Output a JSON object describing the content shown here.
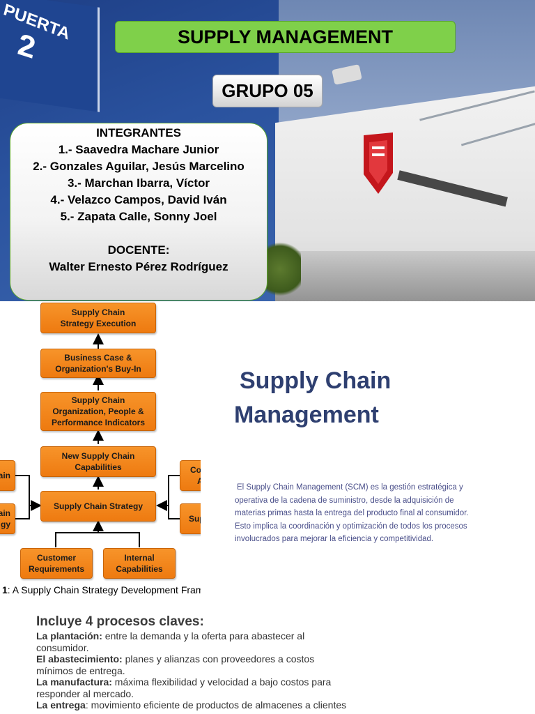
{
  "header": {
    "title": "SUPPLY MANAGEMENT",
    "group": "GRUPO 05"
  },
  "photo": {
    "sign_text": "PUERTA",
    "sign_number": "2"
  },
  "members": {
    "heading": "INTEGRANTES",
    "list": [
      "1.- Saavedra Machare Junior",
      "2.- Gonzales Aguilar, Jesús Marcelino",
      "3.- Marchan Ibarra, Víctor",
      "4.- Velazco Campos, David Iván",
      "5.- Zapata Calle, Sonny Joel"
    ],
    "teacher_label": "DOCENTE:",
    "teacher_name": "Walter Ernesto Pérez Rodríguez"
  },
  "flowchart": {
    "boxes": {
      "execution": [
        "Supply Chain",
        "Strategy Execution"
      ],
      "business_case": [
        "Business Case &",
        "Organization's Buy-In"
      ],
      "organization": [
        "Supply Chain",
        "Organization, People &",
        "Performance Indicators"
      ],
      "capabilities": [
        "New Supply Chain",
        "Capabilities"
      ],
      "strategy": "Supply Chain Strategy",
      "customer": [
        "Customer",
        "Requirements"
      ],
      "internal": [
        "Internal",
        "Capabilities"
      ],
      "left_top": "ain",
      "left_bottom": [
        "ain",
        "gy"
      ],
      "right_top": [
        "Co",
        "A"
      ],
      "right_bottom": "Sup"
    },
    "caption_bold": "1",
    "caption_text": ": A Supply Chain Strategy Development Framework"
  },
  "scm": {
    "heading_line1": "Supply Chain",
    "heading_line2": "Management",
    "paragraph_lines": [
      "El Supply Chain Management (SCM) es la gestión estratégica y",
      "operativa de la cadena de suministro, desde la adquisición de",
      "materias primas hasta la entrega del producto final al consumidor.",
      "Esto implica la coordinación y optimización de todos los procesos",
      "involucrados para mejorar la eficiencia y competitividad."
    ]
  },
  "procesos": {
    "heading": "Incluye 4 procesos claves:",
    "items": [
      {
        "term": "La plantación:",
        "text": " entre la demanda y la oferta para abastecer al",
        "cont": "consumidor."
      },
      {
        "term": "El abastecimiento:",
        "text": " planes y alianzas con proveedores a costos",
        "cont": "mínimos de entrega."
      },
      {
        "term": "La manufactura:",
        "text": " máxima flexibilidad y velocidad a bajo costos para",
        "cont": "responder al mercado."
      },
      {
        "term": "La entrega",
        "text": ": movimiento eficiente de productos de almacenes a clientes",
        "cont": ""
      }
    ]
  }
}
